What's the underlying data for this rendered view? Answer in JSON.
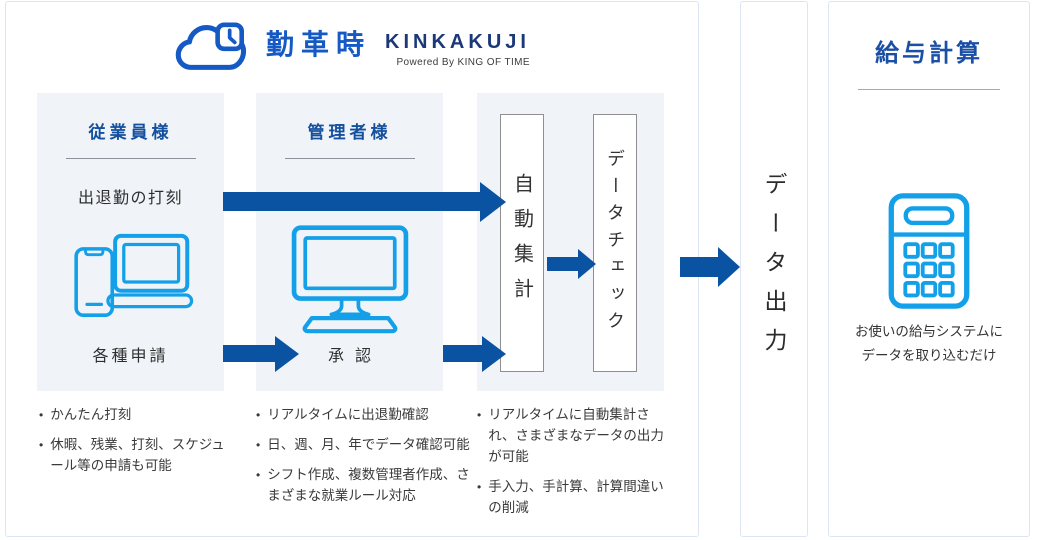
{
  "logo": {
    "brand_jp": "勤革時",
    "brand_en": "KINKAKUJI",
    "powered_by": "Powered By KING OF TIME"
  },
  "employee": {
    "heading": "従業員様",
    "top_step": "出退勤の打刻",
    "bottom_step": "各種申請",
    "bullets": [
      "かんたん打刻",
      "休暇、残業、打刻、スケジュール等の申請も可能"
    ]
  },
  "manager": {
    "heading": "管理者様",
    "bottom_step": "承認",
    "bullets": [
      "リアルタイムに出退勤確認",
      "日、週、月、年でデータ確認可能",
      "シフト作成、複数管理者作成、さまざまな就業ルール対応"
    ]
  },
  "aggregation": {
    "box1": "自動集計",
    "box2": "データチェック",
    "bullets": [
      "リアルタイムに自動集計され、さまざまなデータの出力が可能",
      "手入力、手計算、計算間違いの削減"
    ]
  },
  "output": {
    "label": "データ出力"
  },
  "payroll": {
    "heading": "給与計算",
    "description_lines": [
      "お使いの給与システムに",
      "データを取り込むだけ"
    ]
  },
  "colors": {
    "arrow_blue": "#0a52a2",
    "heading_blue": "#14509e",
    "brand_blue": "#155ac4",
    "brand_navy": "#1b3878",
    "icon_light_blue": "#14a0e8",
    "column_bg": "#f0f4f9",
    "panel_border": "#dce6f2",
    "box_border": "#8f8f8f",
    "body_text": "#333333"
  }
}
